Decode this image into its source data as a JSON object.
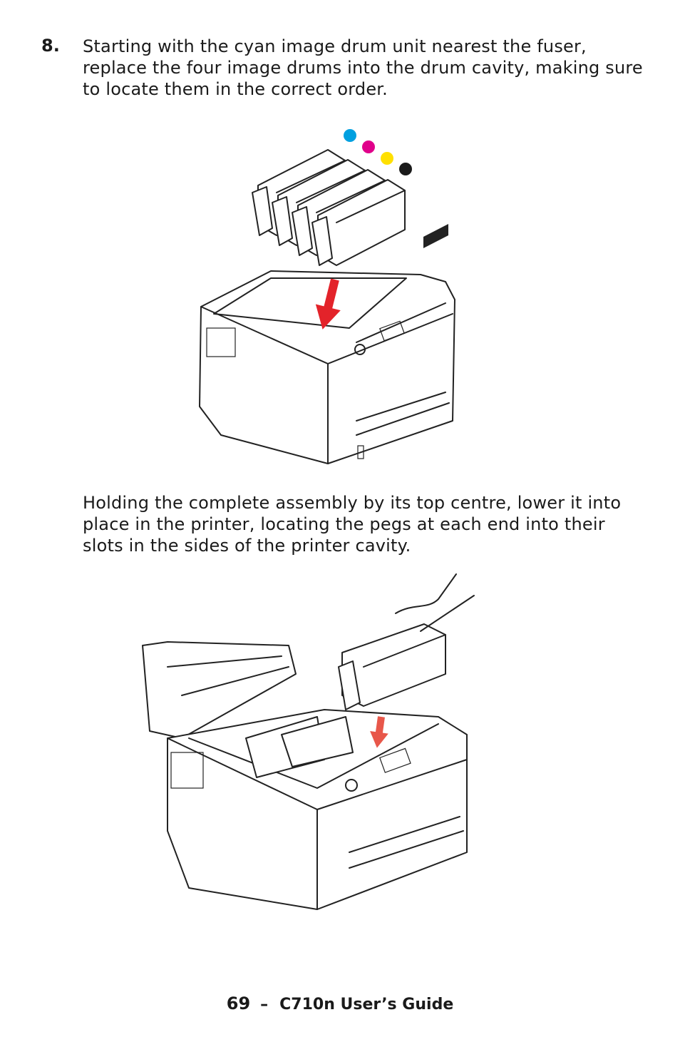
{
  "step": {
    "number": "8.",
    "text": "Starting with the cyan image drum unit nearest the fuser, replace the four image drums into the drum cavity, making sure to locate them in the correct order."
  },
  "paragraph2": "Holding the complete assembly by its top centre, lower it into place in the printer, locating the pegs at each end into their slots in the sides of the printer cavity.",
  "figures": {
    "fig1": {
      "toner_dot_colors": [
        "#00a0e0",
        "#e0008a",
        "#ffe000",
        "#1a1a1a"
      ],
      "arrow_color": "#e3232a"
    },
    "fig2": {
      "arrow_color": "#e8574a"
    }
  },
  "footer": {
    "page": "69",
    "separator": "–",
    "title": "C710n User’s Guide"
  }
}
